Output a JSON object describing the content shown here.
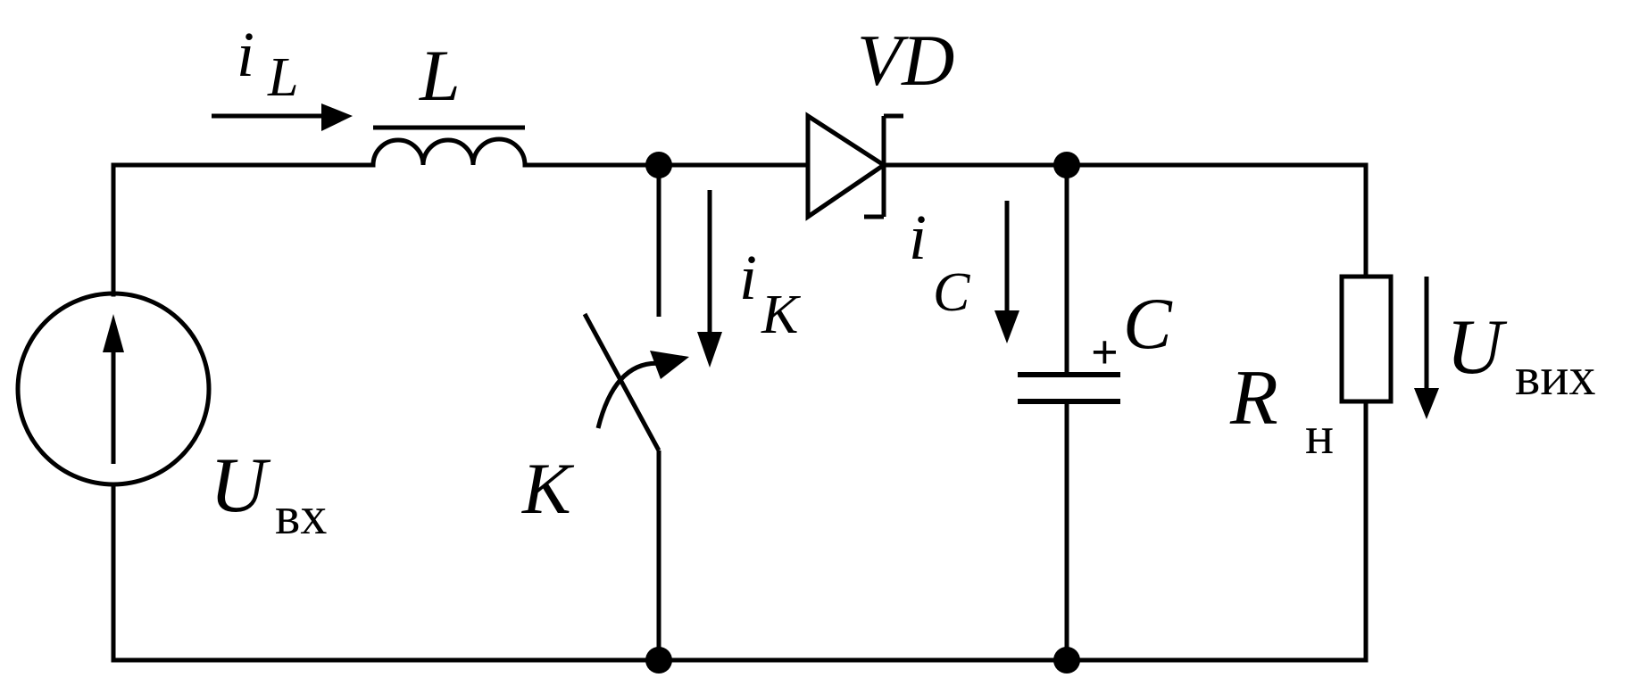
{
  "diagram": {
    "type": "boost converter circuit schematic",
    "colors": {
      "line": "#000000",
      "background": "#ffffff"
    },
    "labels": {
      "inductor_current": {
        "main": "i",
        "sub": "L"
      },
      "inductor": "L",
      "diode": "VD",
      "switch_current": {
        "main": "i",
        "sub": "K"
      },
      "capacitor_current": {
        "main": "i",
        "sub": "C"
      },
      "capacitor_polarity": "+",
      "capacitor": "C",
      "switch": "K",
      "input_voltage": {
        "main": "U",
        "sub": "вх"
      },
      "load_resistor": {
        "main": "R",
        "sub": "н"
      },
      "output_voltage": {
        "main": "U",
        "sub": "вих"
      }
    },
    "icons": {
      "source": "voltage-source-icon",
      "inductor": "inductor-coil-icon",
      "diode": "diode-icon",
      "switch": "switch-key-icon",
      "capacitor": "capacitor-icon",
      "resistor": "resistor-icon"
    }
  }
}
